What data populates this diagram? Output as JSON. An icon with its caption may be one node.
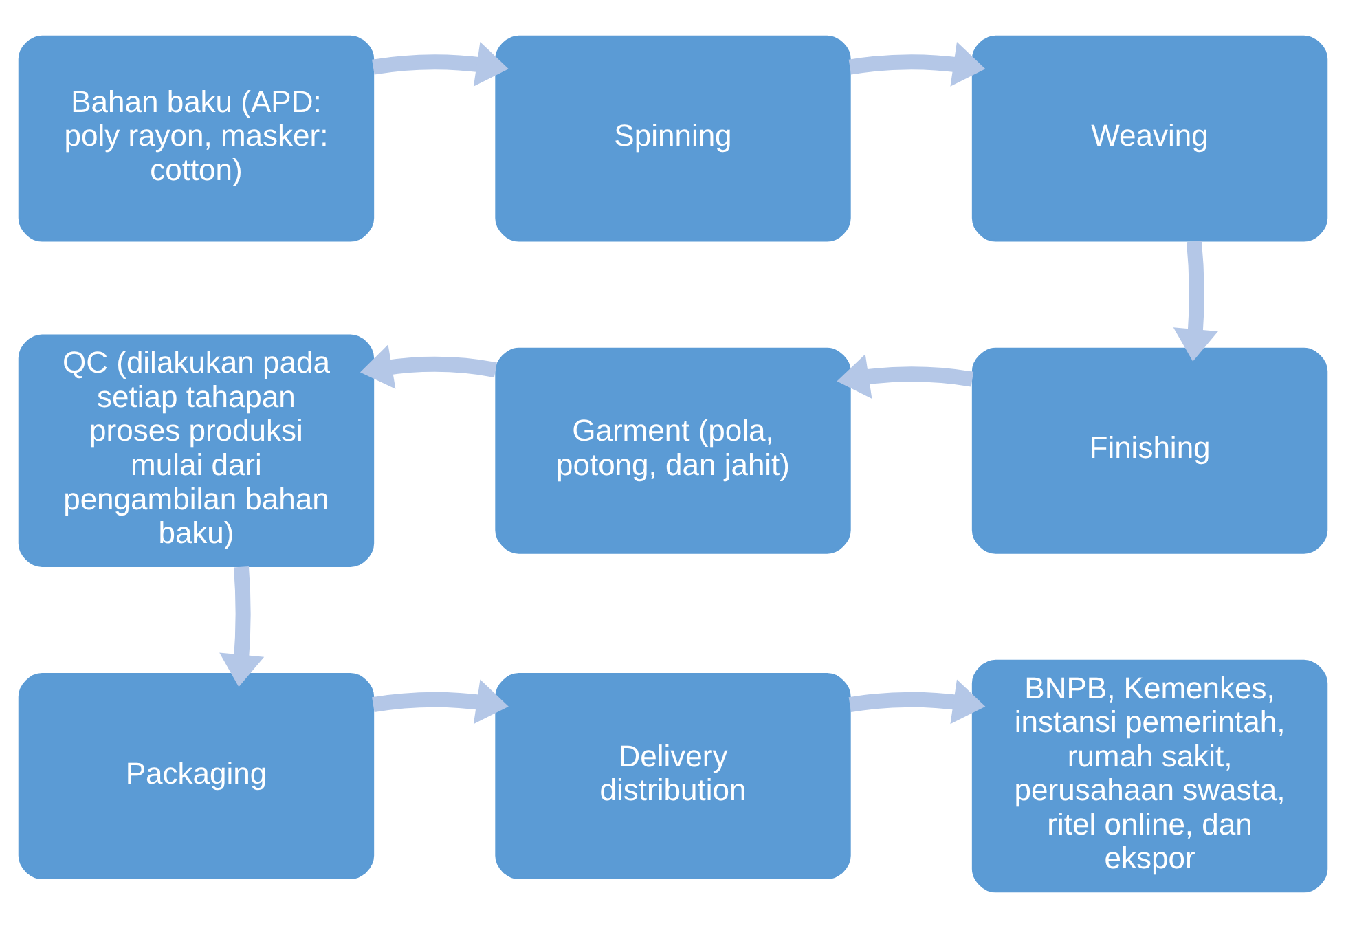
{
  "diagram": {
    "nodes": [
      {
        "text": [
          "Bahan baku (APD: poly rayon, masker: cotton)"
        ]
      },
      {
        "text": [
          "Spinning"
        ]
      },
      {
        "text": [
          "Weaving"
        ]
      },
      {
        "text": [
          "Finishing"
        ]
      },
      {
        "text": [
          "Garment (pola, potong, dan jahit)"
        ]
      },
      {
        "text": [
          "QC (dilakukan pada setiap tahapan proses produksi mulai dari pengambilan bahan baku)"
        ]
      },
      {
        "text": [
          "Packaging"
        ]
      },
      {
        "text": [
          "Delivery distribution"
        ]
      },
      {
        "text": [
          "BNPB, Kemenkes, instansi pemerintah, rumah sakit, perusahaan swasta, ritel online, dan ekspor"
        ]
      }
    ],
    "edges": [
      {
        "from": 0,
        "to": 1,
        "arrow": "to"
      },
      {
        "from": 1,
        "to": 2,
        "arrow": "to"
      },
      {
        "from": 2,
        "to": 3,
        "arrow": "to"
      },
      {
        "from": 3,
        "to": 4,
        "arrow": "to"
      },
      {
        "from": 4,
        "to": 5,
        "arrow": "to"
      },
      {
        "from": 5,
        "to": 6,
        "arrow": "to"
      },
      {
        "from": 6,
        "to": 7,
        "arrow": "to"
      },
      {
        "from": 7,
        "to": 8,
        "arrow": "to"
      }
    ]
  }
}
